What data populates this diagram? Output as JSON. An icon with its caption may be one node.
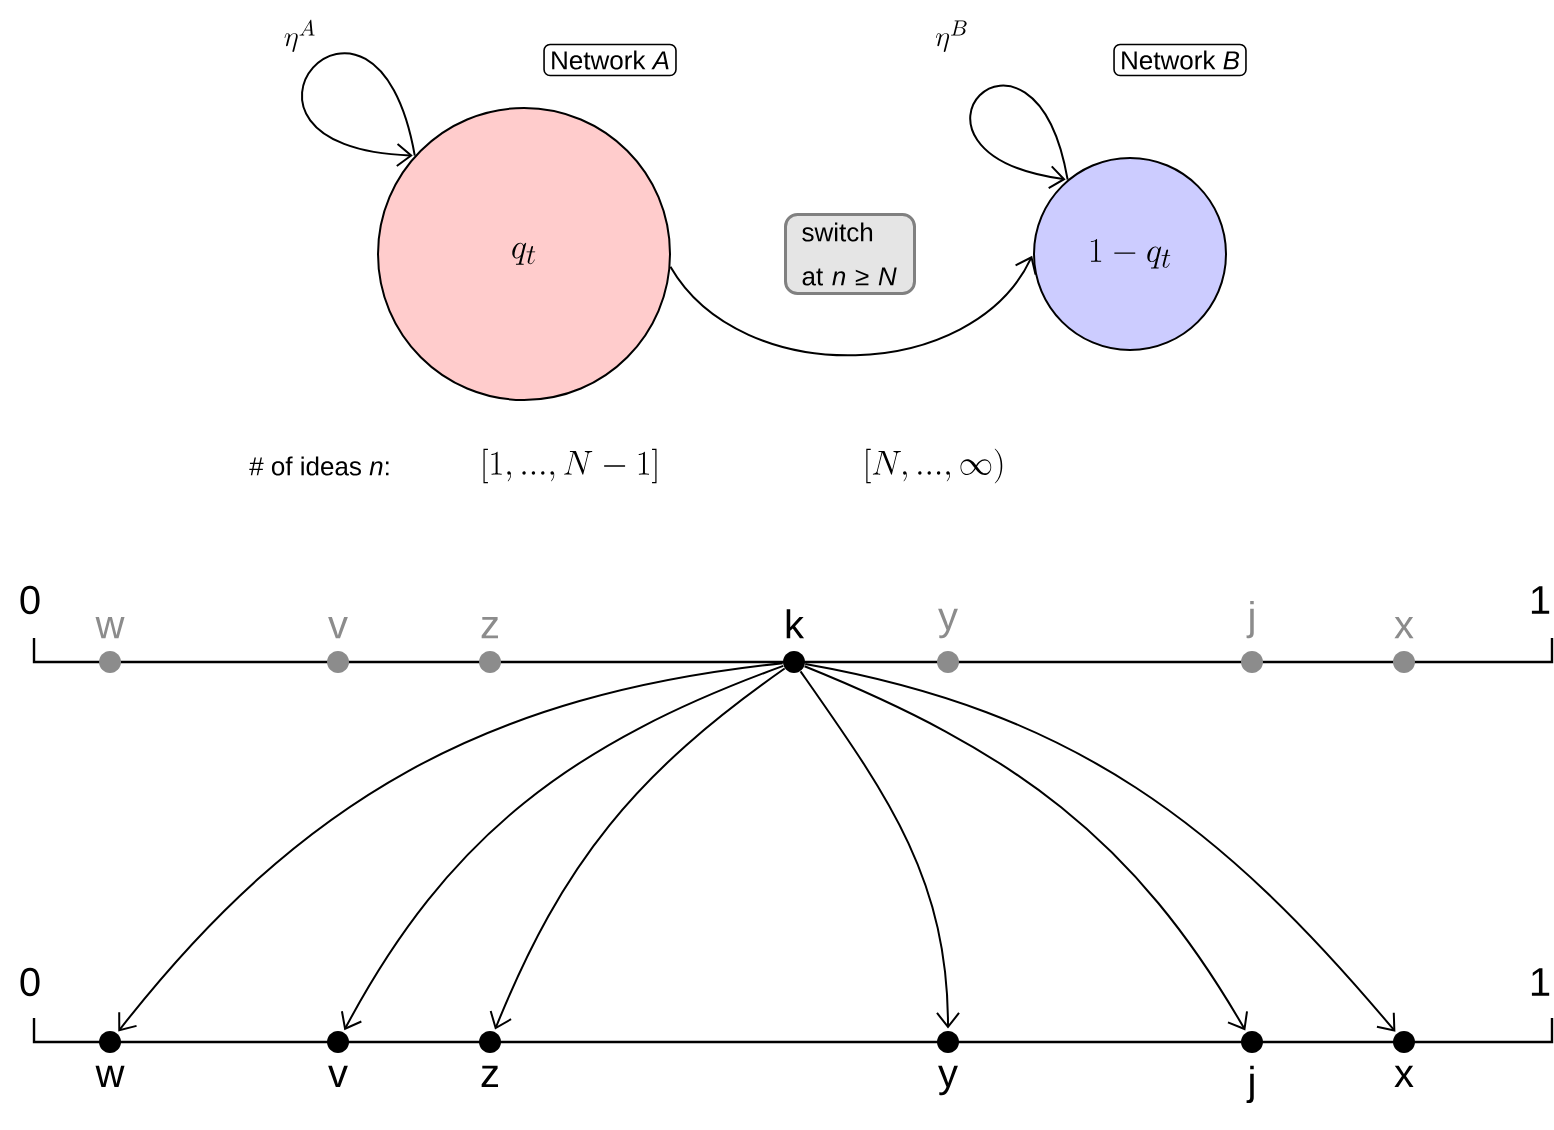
{
  "diagram": {
    "nodes": [
      {
        "text": [
          "Network *A*"
        ]
      },
      {
        "text": [
          "q_t"
        ]
      },
      {
        "text": [
          "Network *B*"
        ]
      },
      {
        "text": [
          "1-q_t"
        ]
      },
      {
        "text": [
          "w"
        ]
      },
      {
        "text": [
          "v"
        ]
      },
      {
        "text": [
          "z"
        ]
      },
      {
        "text": [
          "k"
        ]
      },
      {
        "text": [
          "y"
        ]
      },
      {
        "text": [
          "j"
        ]
      },
      {
        "text": [
          "x"
        ]
      },
      {
        "text": [
          "w"
        ]
      },
      {
        "text": [
          "v"
        ]
      },
      {
        "text": [
          "z"
        ]
      },
      {
        "text": [
          "y"
        ]
      },
      {
        "text": [
          "j"
        ]
      },
      {
        "text": [
          "x"
        ]
      }
    ],
    "edges": [
      {
        "from": 1,
        "to": 1,
        "arrow": "to",
        "label": "\\eta^A"
      },
      {
        "from": 3,
        "to": 3,
        "arrow": "to",
        "label": "\\eta^B"
      },
      {
        "from": 1,
        "to": 3,
        "arrow": "to",
        "label": "switch at *n* ≥ *N*"
      },
      {
        "from": 7,
        "to": 11,
        "arrow": "to"
      },
      {
        "from": 7,
        "to": 12,
        "arrow": "to"
      },
      {
        "from": 7,
        "to": 13,
        "arrow": "to"
      },
      {
        "from": 7,
        "to": 14,
        "arrow": "to"
      },
      {
        "from": 7,
        "to": 15,
        "arrow": "to"
      },
      {
        "from": 7,
        "to": 16,
        "arrow": "to"
      }
    ],
    "labels": [
      "# of ideas *n*:",
      "[1,...,N-1]",
      "[N,...,\\infty)",
      "0",
      "1",
      "0",
      "1"
    ]
  }
}
